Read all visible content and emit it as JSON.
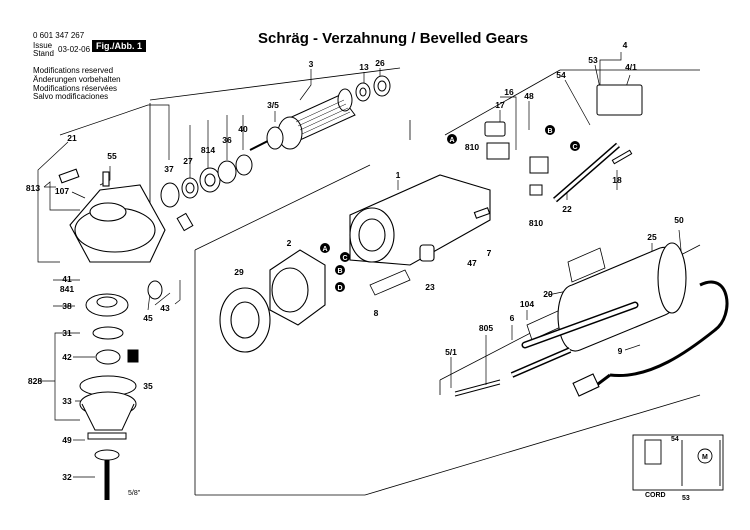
{
  "header": {
    "part_number": "0 601 347 267",
    "issue_label": "Issue",
    "stand_label": "Stand",
    "date": "03-02-06",
    "fig_label": "Fig./Abb. 1",
    "title": "Schräg - Verzahnung / Bevelled Gears"
  },
  "modifications": [
    "Modifications reserved",
    "Änderungen vorbehalten",
    "Modifications réservées",
    "Salvo modificaciones"
  ],
  "callouts": [
    "3",
    "3/5",
    "13",
    "26",
    "16",
    "17",
    "48",
    "4",
    "4/1",
    "53",
    "54",
    "21",
    "55",
    "813",
    "107",
    "37",
    "27",
    "814",
    "36",
    "40",
    "810",
    "1",
    "18",
    "22",
    "2",
    "29",
    "23",
    "8",
    "47",
    "7",
    "810",
    "41",
    "841",
    "38",
    "45",
    "43",
    "50",
    "25",
    "20",
    "104",
    "6",
    "805",
    "5/1",
    "9",
    "31",
    "42",
    "828",
    "35",
    "33",
    "49",
    "32"
  ],
  "connectors": [
    "A",
    "B",
    "C",
    "D"
  ],
  "misc_labels": {
    "thread": "5/8\"",
    "cord": "CORD",
    "motor": "M",
    "schematic_54": "54",
    "schematic_53": "53"
  },
  "colors": {
    "ink": "#000000",
    "paper": "#ffffff",
    "gray": "#9a9a9a"
  }
}
